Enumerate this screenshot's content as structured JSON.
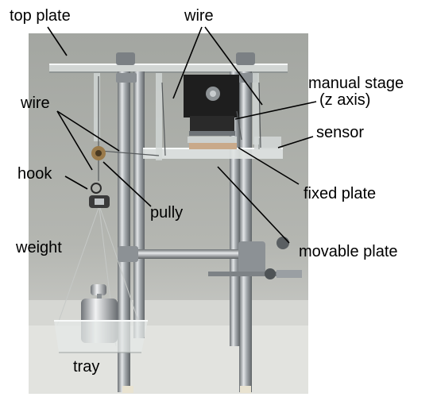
{
  "labels": {
    "top_plate": "top plate",
    "wire_top": "wire",
    "manual_stage": "manual stage",
    "z_axis": "(z axis)",
    "wire_left": "wire",
    "sensor": "sensor",
    "hook": "hook",
    "fixed_plate": "fixed plate",
    "pully": "pully",
    "weight": "weight",
    "movable_plate": "movable plate",
    "tray": "tray"
  },
  "colors": {
    "wall": "#a9aba6",
    "floor": "#dbdcd8",
    "rod": "#9aa0a4",
    "stage": "#1e1e1e"
  }
}
